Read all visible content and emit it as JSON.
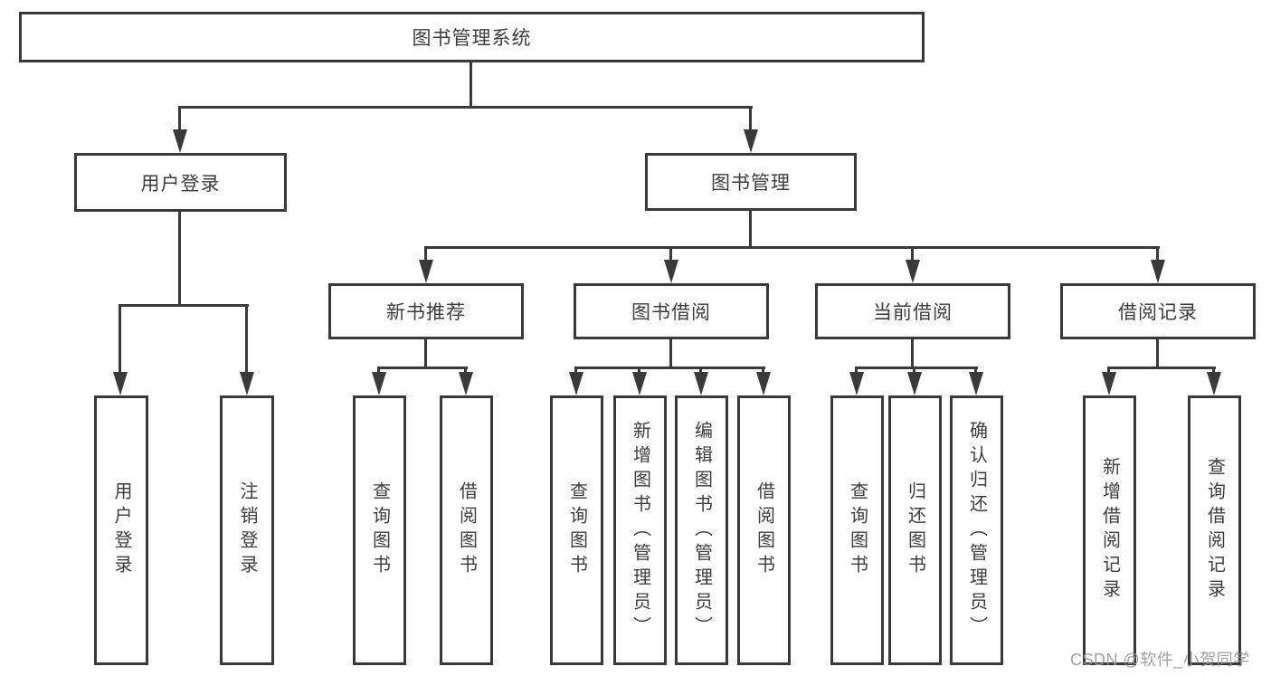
{
  "colors": {
    "line": "#3a3a3a",
    "box_border": "#3a3a3a",
    "text": "#3d3d3d",
    "watermark": "#989898",
    "background": "#ffffff"
  },
  "tree": {
    "root": "图书管理系统",
    "branches": [
      {
        "label": "用户登录",
        "leaves": [
          "用户登录",
          "注销登录"
        ]
      },
      {
        "label": "图书管理",
        "groups": [
          {
            "label": "新书推荐",
            "leaves": [
              "查询图书",
              "借阅图书"
            ]
          },
          {
            "label": "图书借阅",
            "leaves": [
              "查询图书",
              "新增图书（管理员）",
              "编辑图书（管理员）",
              "借阅图书"
            ]
          },
          {
            "label": "当前借阅",
            "leaves": [
              "查询图书",
              "归还图书",
              "确认归还（管理员）"
            ]
          },
          {
            "label": "借阅记录",
            "leaves": [
              "新增借阅记录",
              "查询借阅记录"
            ]
          }
        ]
      }
    ]
  },
  "watermark": {
    "text": "CSDN @软件_小贺同学"
  }
}
